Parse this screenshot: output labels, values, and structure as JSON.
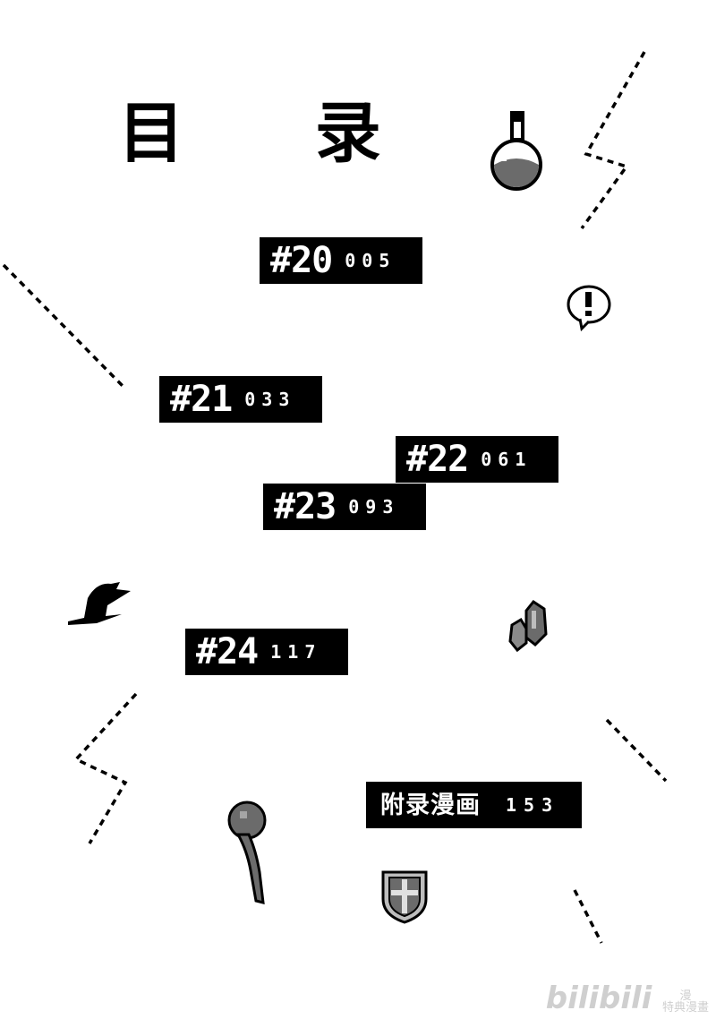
{
  "title": "目 录",
  "entries": [
    {
      "number": "#20",
      "page": "005"
    },
    {
      "number": "#21",
      "page": "033"
    },
    {
      "number": "#22",
      "page": "061"
    },
    {
      "number": "#23",
      "page": "093"
    },
    {
      "number": "#24",
      "page": "117"
    }
  ],
  "appendix": {
    "label": "附录漫画",
    "page": "153"
  },
  "watermark": {
    "logo": "bilibili",
    "side_top": "漫",
    "side_bottom": "特典漫畫"
  },
  "colors": {
    "background": "#ffffff",
    "ink": "#000000",
    "icon_gray": "#6b6b6b"
  },
  "icons": [
    "potion-icon",
    "exclamation-bubble-icon",
    "witch-hat-icon",
    "crystal-icon",
    "wand-icon",
    "shield-icon"
  ]
}
